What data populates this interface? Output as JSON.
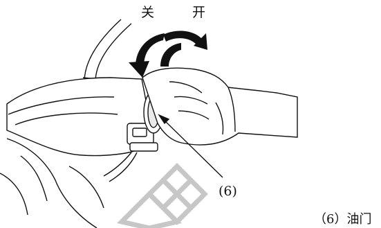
{
  "labels": {
    "close": "关",
    "open": "开",
    "callout": "(6)",
    "caption": "（6）油门"
  },
  "icons": [
    "rotation-arrows-icon",
    "leader-arrow-icon",
    "watermark-grid-icon"
  ]
}
